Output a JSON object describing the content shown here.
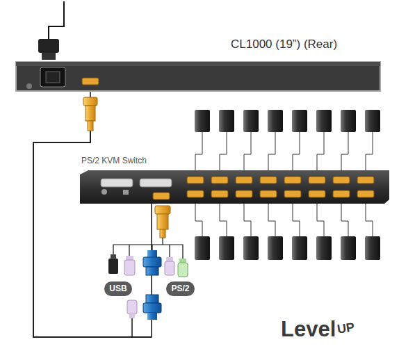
{
  "diagram": {
    "nodes": [
      {
        "text": [
          "CL1000 (19”) (Rear)"
        ]
      },
      {
        "text": [
          "PS/2 KVM Switch"
        ]
      },
      {
        "text": [
          "USB"
        ]
      },
      {
        "text": [
          "PS/2"
        ]
      }
    ],
    "edges": [
      {
        "from": 0,
        "to": 1,
        "arrow": "none"
      }
    ],
    "labels": [
      "Level",
      "UP"
    ]
  }
}
